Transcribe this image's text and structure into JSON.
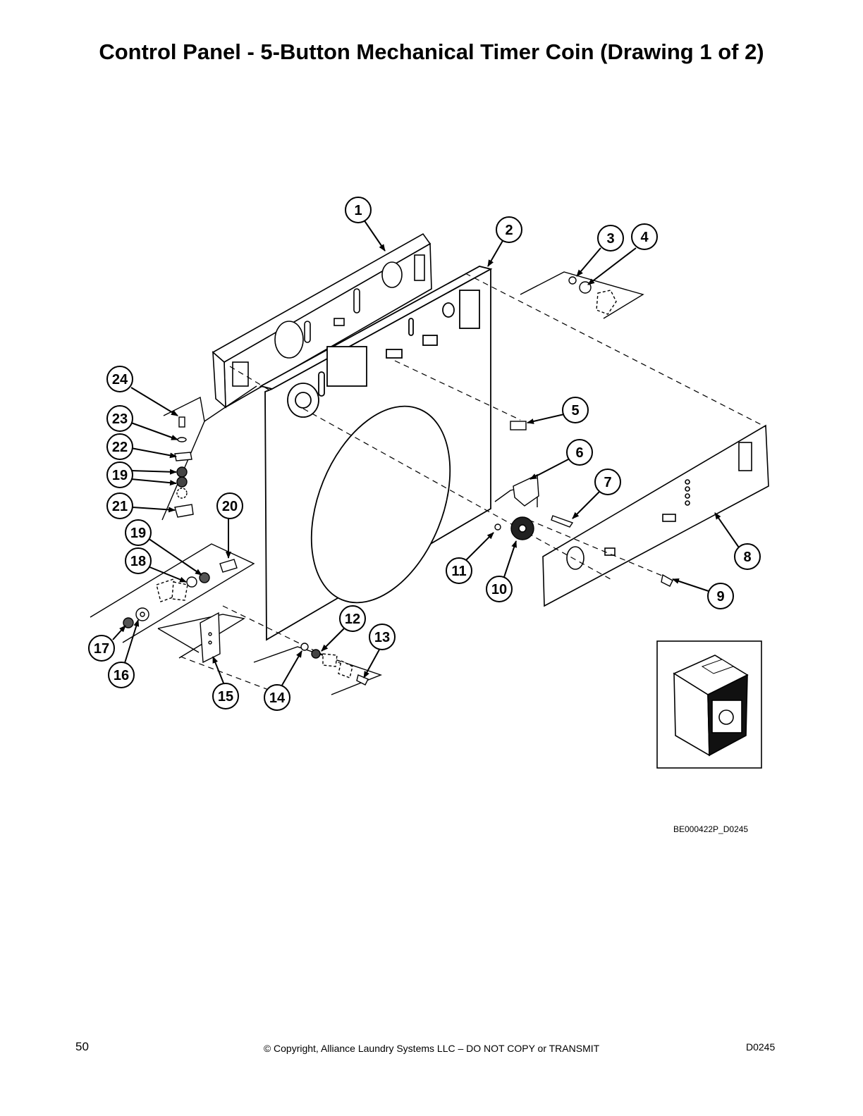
{
  "title": "Control Panel - 5-Button Mechanical Timer Coin (Drawing 1 of 2)",
  "drawing_id": "BE000422P_D0245",
  "footer": {
    "page_number": "50",
    "copyright": "© Copyright, Alliance Laundry Systems LLC – DO NOT COPY or TRANSMIT",
    "doc_code": "D0245"
  },
  "callouts": [
    "1",
    "2",
    "3",
    "4",
    "5",
    "6",
    "7",
    "8",
    "9",
    "10",
    "11",
    "12",
    "13",
    "14",
    "15",
    "16",
    "17",
    "18",
    "19",
    "19",
    "20",
    "21",
    "22",
    "23",
    "24"
  ]
}
